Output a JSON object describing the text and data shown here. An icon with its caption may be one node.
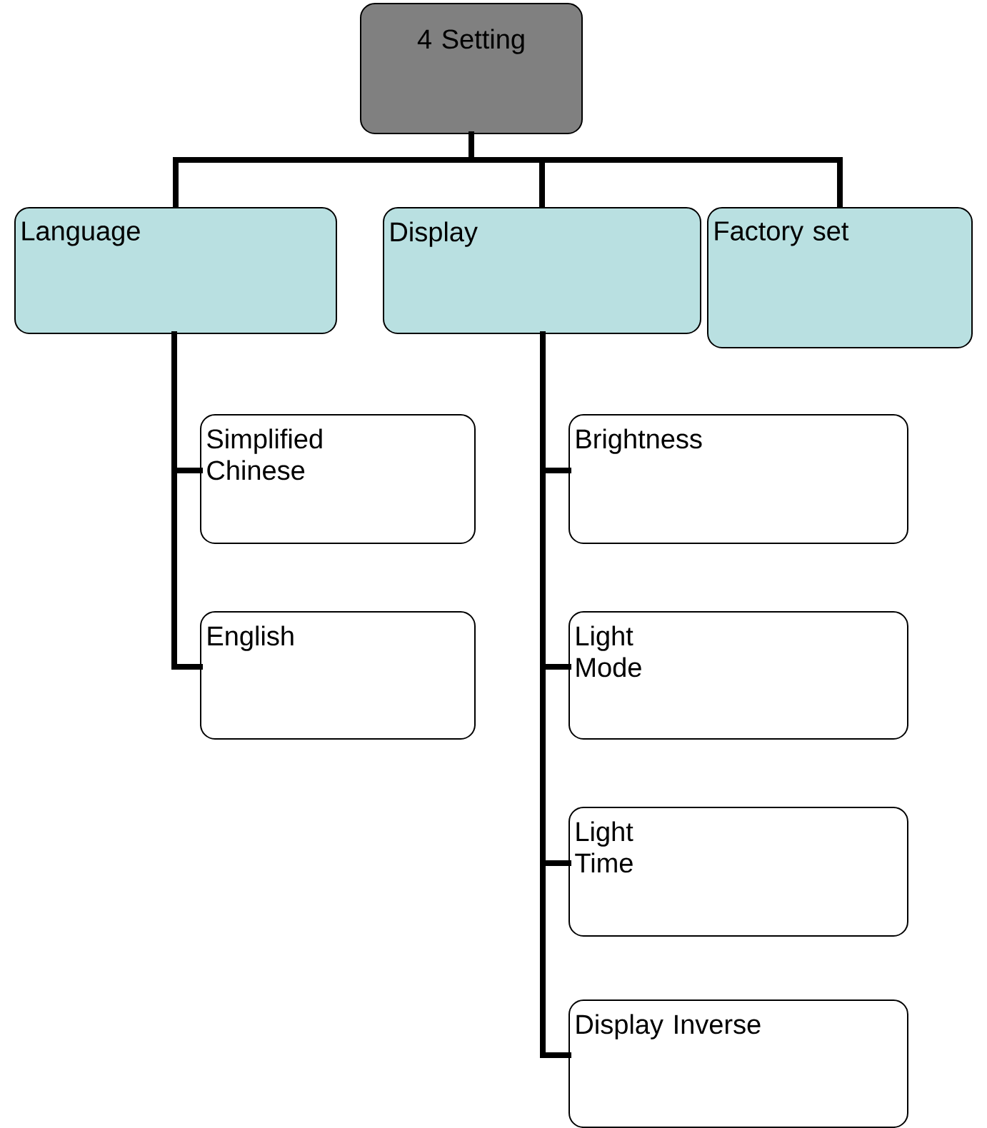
{
  "diagram": {
    "nodes": [
      {
        "text": [
          "4 Setting"
        ]
      },
      {
        "text": [
          "Language"
        ]
      },
      {
        "text": [
          "Display"
        ]
      },
      {
        "text": [
          "Factory set"
        ]
      },
      {
        "text": [
          "Simplified Chinese"
        ]
      },
      {
        "text": [
          "English"
        ]
      },
      {
        "text": [
          "Brightness"
        ]
      },
      {
        "text": [
          "Light Mode"
        ]
      },
      {
        "text": [
          "Light Time"
        ]
      },
      {
        "text": [
          "Display Inverse"
        ]
      }
    ],
    "edges": [
      {
        "from": 0,
        "to": 1,
        "arrow": "none"
      },
      {
        "from": 0,
        "to": 2,
        "arrow": "none"
      },
      {
        "from": 0,
        "to": 3,
        "arrow": "none"
      },
      {
        "from": 1,
        "to": 4,
        "arrow": "none"
      },
      {
        "from": 1,
        "to": 5,
        "arrow": "none"
      },
      {
        "from": 2,
        "to": 6,
        "arrow": "none"
      },
      {
        "from": 2,
        "to": 7,
        "arrow": "none"
      },
      {
        "from": 2,
        "to": 8,
        "arrow": "none"
      },
      {
        "from": 2,
        "to": 9,
        "arrow": "none"
      }
    ]
  }
}
